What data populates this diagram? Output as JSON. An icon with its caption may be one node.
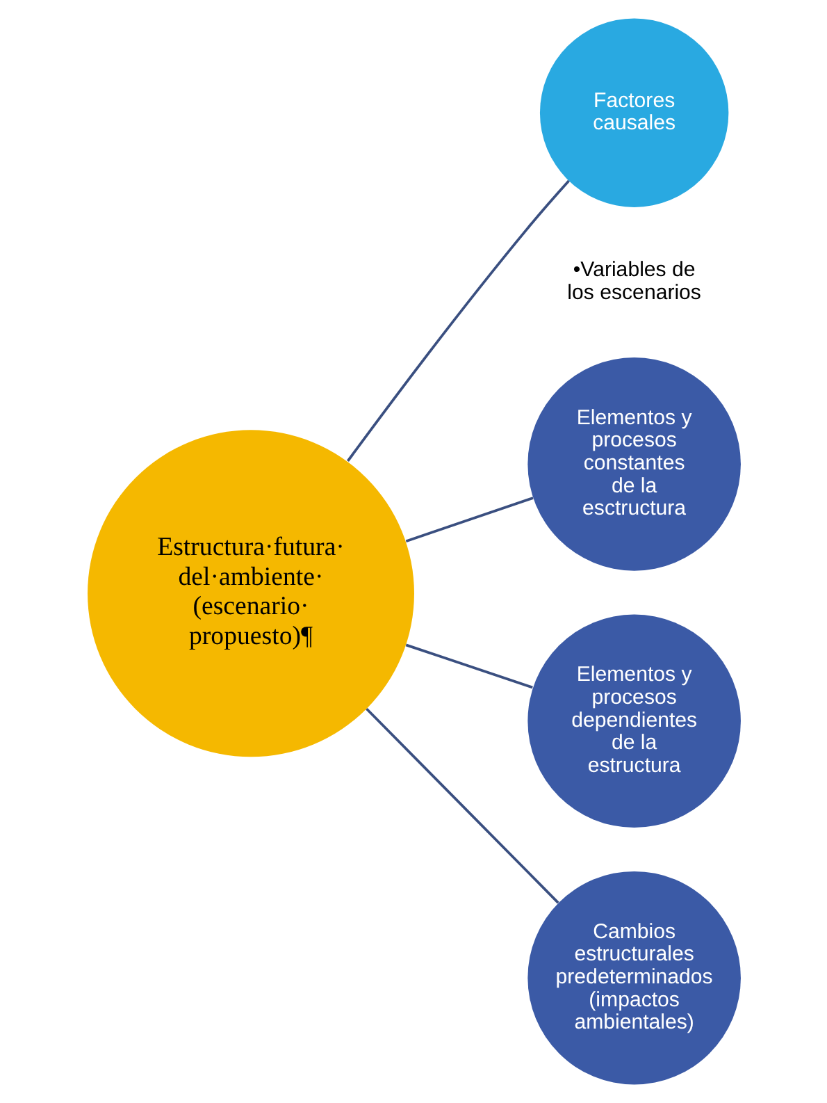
{
  "diagram": {
    "nodes": [
      {
        "text": [
          "Estructura·futura· del·ambiente· (escenario· propuesto)¶"
        ]
      },
      {
        "text": [
          "Factores causales"
        ],
        "beside": [
          "•Variables de los escenarios"
        ]
      },
      {
        "text": [
          "Elementos y procesos constantes de la esctructura"
        ]
      },
      {
        "text": [
          "Elementos y procesos dependientes de la estructura"
        ]
      },
      {
        "text": [
          "Cambios estructurales predeterminados (impactos ambientales)"
        ]
      }
    ],
    "edges": [
      {
        "from": 0,
        "to": 1,
        "arrow": "none"
      },
      {
        "from": 0,
        "to": 2,
        "arrow": "none"
      },
      {
        "from": 0,
        "to": 3,
        "arrow": "none"
      },
      {
        "from": 0,
        "to": 4,
        "arrow": "none"
      }
    ]
  }
}
